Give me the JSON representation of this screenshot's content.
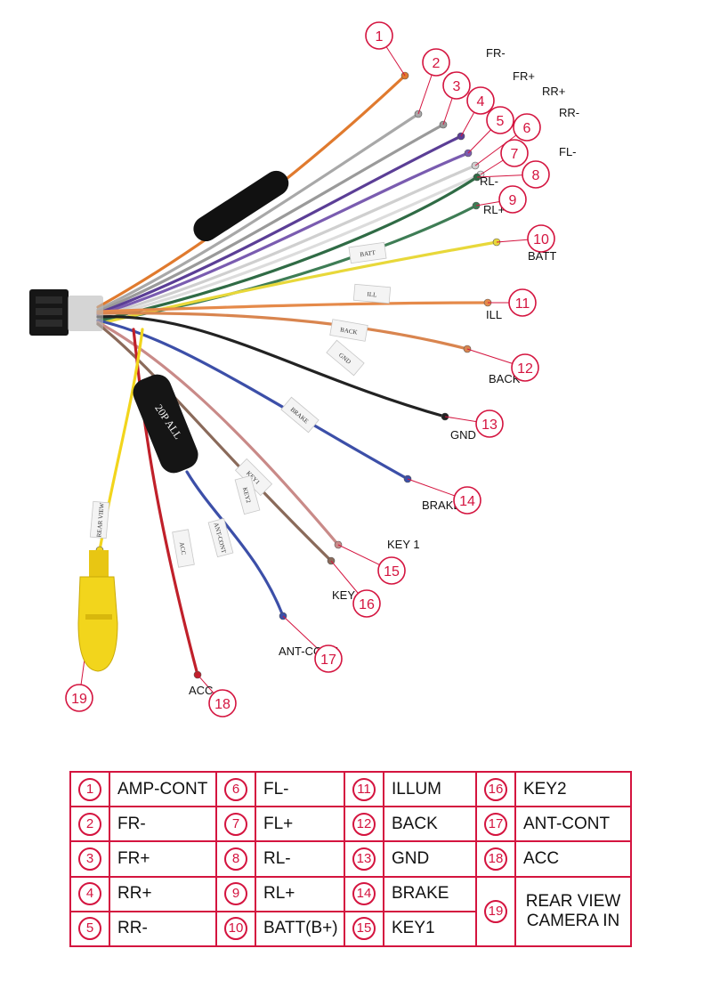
{
  "colors": {
    "accent": "#d4143f"
  },
  "wires": [
    {
      "num": "1",
      "label": "",
      "color": "#e07a2e"
    },
    {
      "num": "2",
      "label": "FR-",
      "color": "#a8a8a8"
    },
    {
      "num": "3",
      "label": "FR+",
      "color": "#9a9a9a"
    },
    {
      "num": "4",
      "label": "RR+",
      "color": "#5b3e96"
    },
    {
      "num": "5",
      "label": "RR-",
      "color": "#7a5cb0"
    },
    {
      "num": "6",
      "label": "FL-",
      "color": "#cfcfcf"
    },
    {
      "num": "7",
      "label": "FL+",
      "color": "#dcdcdc"
    },
    {
      "num": "8",
      "label": "RL-",
      "color": "#2f6b45"
    },
    {
      "num": "9",
      "label": "RL+",
      "color": "#3e7d55"
    },
    {
      "num": "10",
      "label": "BATT",
      "color": "#e8d83a"
    },
    {
      "num": "11",
      "label": "ILL",
      "color": "#e58a4a"
    },
    {
      "num": "12",
      "label": "BACK",
      "color": "#d9854f"
    },
    {
      "num": "13",
      "label": "GND",
      "color": "#222222"
    },
    {
      "num": "14",
      "label": "BRAKE",
      "color": "#3c4fa8"
    },
    {
      "num": "15",
      "label": "KEY 1",
      "color": "#c98a88"
    },
    {
      "num": "16",
      "label": "KEY 2",
      "color": "#8a6a5a"
    },
    {
      "num": "17",
      "label": "ANT-CONT",
      "color": "#3c4fa8"
    },
    {
      "num": "18",
      "label": "ACC",
      "color": "#c0202a"
    },
    {
      "num": "19",
      "label": "",
      "color": "#f2d51c"
    }
  ],
  "tags": {
    "batt": "BATT",
    "ill": "ILL",
    "back": "BACK",
    "gnd": "GND",
    "brake": "BRAKE",
    "key1": "KEY1",
    "key2": "KEY2",
    "filter": "20P ALL",
    "antcont": "ANT-CONT",
    "acc": "ACC",
    "camera": "REAR VIEW"
  },
  "legend": {
    "rows": [
      [
        {
          "num": "1",
          "label": "AMP-CONT"
        },
        {
          "num": "6",
          "label": "FL-"
        },
        {
          "num": "11",
          "label": "ILLUM"
        },
        {
          "num": "16",
          "label": "KEY2"
        }
      ],
      [
        {
          "num": "2",
          "label": "FR-"
        },
        {
          "num": "7",
          "label": "FL+"
        },
        {
          "num": "12",
          "label": "BACK"
        },
        {
          "num": "17",
          "label": "ANT-CONT"
        }
      ],
      [
        {
          "num": "3",
          "label": "FR+"
        },
        {
          "num": "8",
          "label": "RL-"
        },
        {
          "num": "13",
          "label": "GND"
        },
        {
          "num": "18",
          "label": "ACC"
        }
      ],
      [
        {
          "num": "4",
          "label": "RR+"
        },
        {
          "num": "9",
          "label": "RL+"
        },
        {
          "num": "14",
          "label": "BRAKE"
        }
      ],
      [
        {
          "num": "5",
          "label": "RR-"
        },
        {
          "num": "10",
          "label": "BATT(B+)"
        },
        {
          "num": "15",
          "label": "KEY1"
        }
      ]
    ],
    "merged": {
      "num": "19",
      "label": "REAR VIEW CAMERA IN"
    }
  }
}
